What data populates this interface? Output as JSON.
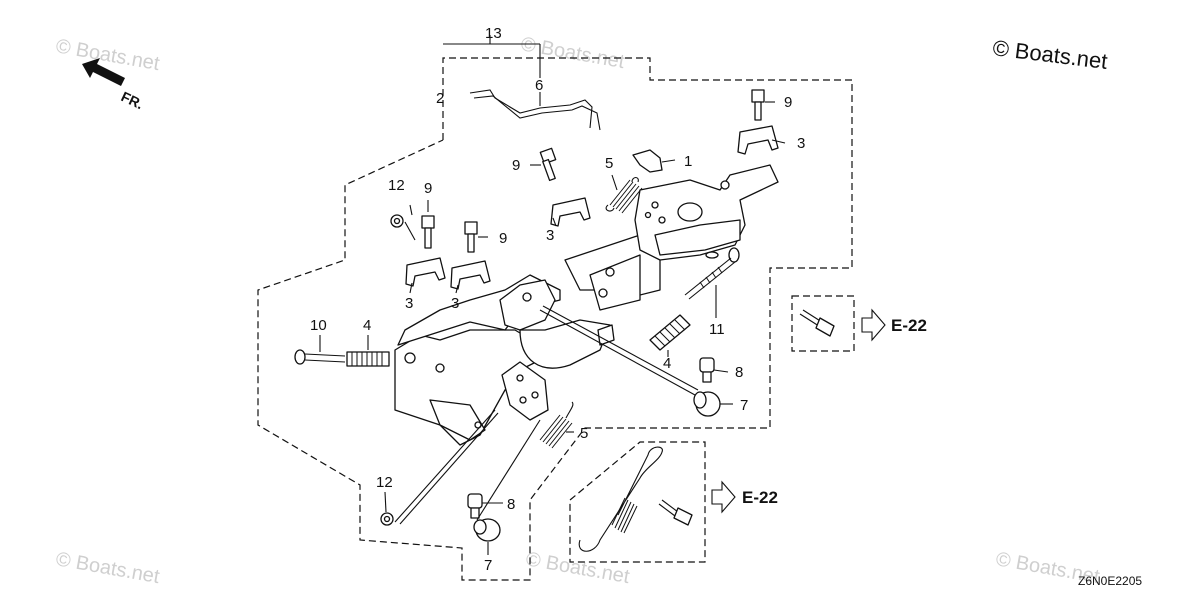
{
  "brand": "© Boats.net",
  "watermark": "© Boats.net",
  "diagram_code": "Z6N0E2205",
  "direction_label": "FR.",
  "callouts": {
    "c13": "13",
    "c2": "2",
    "c6": "6",
    "c9a": "9",
    "c3a": "3",
    "c1": "1",
    "c9b": "9",
    "c5a": "5",
    "c3b": "3",
    "c12a": "12",
    "c9c": "9",
    "c9d": "9",
    "c3c": "3",
    "c3d": "3",
    "c10": "10",
    "c4a": "4",
    "c11": "11",
    "c4b": "4",
    "c8a": "8",
    "c7a": "7",
    "c5b": "5",
    "c12b": "12",
    "c8b": "8",
    "c7b": "7"
  },
  "references": {
    "ref1": "E-22",
    "ref2": "E-22"
  },
  "icons": [
    "arrow-fr-icon",
    "arrow-ref-icon"
  ]
}
